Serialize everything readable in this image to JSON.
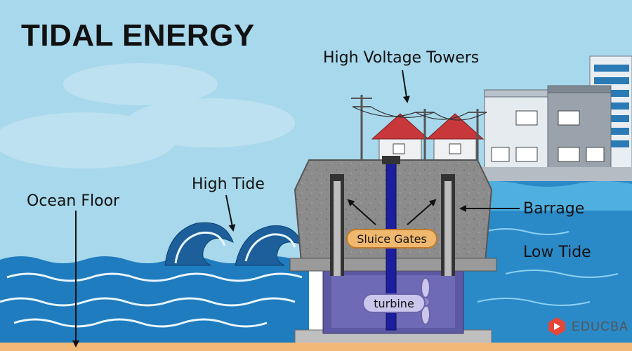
{
  "title": "TIDAL ENERGY",
  "labels": {
    "high_voltage_towers": "High Voltage Towers",
    "high_tide": "High Tide",
    "ocean_floor": "Ocean Floor",
    "barrage": "Barrage",
    "low_tide": "Low Tide",
    "sluice_gates": "Sluice Gates",
    "turbine": "turbine"
  },
  "brand": {
    "name": "EDUCBA"
  },
  "colors": {
    "sky": "#a8d8ec",
    "sea_deep": "#1f7cbf",
    "sea_light": "#4fb0e0",
    "barrage_concrete": "#8a8a8a",
    "sluice_gate_fill": "#f0b86e",
    "turbine_fill": "#cbc6ec",
    "sand": "#f2b878",
    "brand": "#e6463a"
  }
}
